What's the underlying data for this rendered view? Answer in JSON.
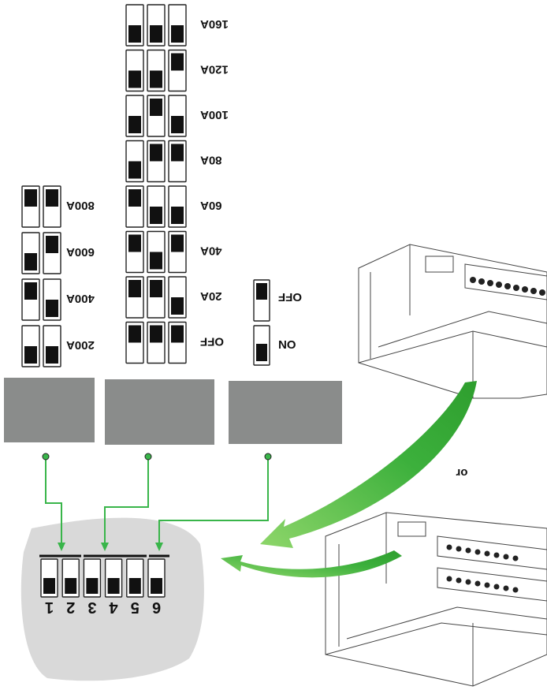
{
  "legend": {
    "off_label": "OFF",
    "on_label": "ON"
  },
  "group_a": {
    "rows": [
      {
        "label": "800A",
        "states": [
          "off",
          "off"
        ]
      },
      {
        "label": "600A",
        "states": [
          "on",
          "off"
        ]
      },
      {
        "label": "400A",
        "states": [
          "off",
          "on"
        ]
      },
      {
        "label": "200A",
        "states": [
          "on",
          "on"
        ]
      }
    ]
  },
  "group_b": {
    "rows": [
      {
        "label": "160A",
        "states": [
          "on",
          "on",
          "on"
        ]
      },
      {
        "label": "120A",
        "states": [
          "on",
          "on",
          "off"
        ]
      },
      {
        "label": "100A",
        "states": [
          "on",
          "off",
          "on"
        ]
      },
      {
        "label": "80A",
        "states": [
          "on",
          "off",
          "off"
        ]
      },
      {
        "label": "60A",
        "states": [
          "off",
          "on",
          "on"
        ]
      },
      {
        "label": "40A",
        "states": [
          "off",
          "on",
          "off"
        ]
      },
      {
        "label": "20A",
        "states": [
          "off",
          "off",
          "on"
        ]
      },
      {
        "label": "OFF",
        "states": [
          "off",
          "off",
          "off"
        ]
      }
    ]
  },
  "dip_block": {
    "numbers": [
      "1",
      "2",
      "3",
      "4",
      "5",
      "6"
    ],
    "states": [
      "on",
      "on",
      "on",
      "on",
      "on",
      "on"
    ]
  },
  "or_label": "or",
  "colors": {
    "wire": "#39b54a",
    "arrow": "#5cc040",
    "panel": "#8a8c8b",
    "backdrop": "#d9d9d9"
  }
}
